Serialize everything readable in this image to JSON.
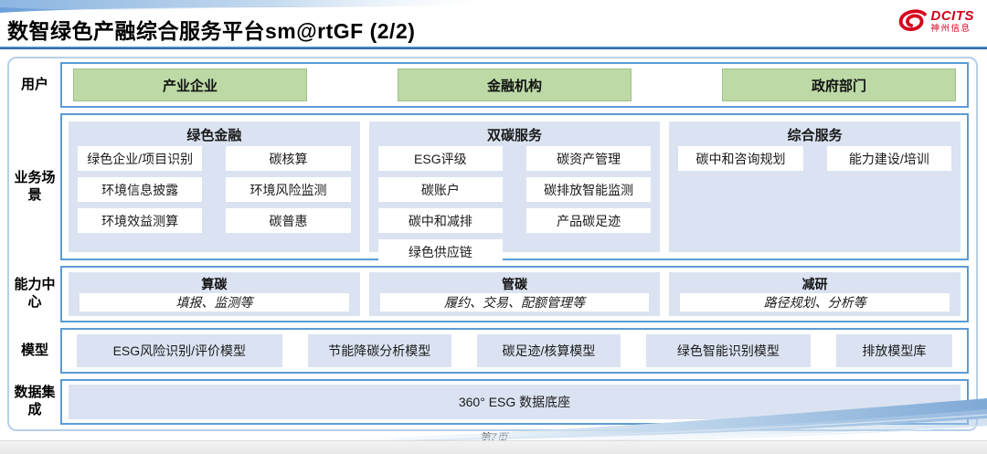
{
  "slide": {
    "title": "数智绿色产融综合服务平台sm@rtGF (2/2)",
    "page_footer": "第7页"
  },
  "logo": {
    "brand": "DCITS",
    "company": "神州信息",
    "color": "#d6001c"
  },
  "rows": {
    "users": {
      "label": "用户",
      "items": [
        "产业企业",
        "金融机构",
        "政府部门"
      ]
    },
    "scenarios": {
      "label": "业务场景",
      "columns": [
        {
          "title": "绿色金融",
          "items": [
            "绿色企业/项目识别",
            "碳核算",
            "环境信息披露",
            "环境风险监测",
            "环境效益测算",
            "碳普惠"
          ]
        },
        {
          "title": "双碳服务",
          "items": [
            "ESG评级",
            "碳资产管理",
            "碳账户",
            "碳排放智能监测",
            "碳中和减排",
            "产品碳足迹",
            "绿色供应链"
          ]
        },
        {
          "title": "综合服务",
          "items": [
            "碳中和咨询规划",
            "能力建设/培训"
          ]
        }
      ]
    },
    "capabilities": {
      "label": "能力中心",
      "items": [
        {
          "title": "算碳",
          "desc": "填报、监测等"
        },
        {
          "title": "管碳",
          "desc": "履约、交易、配额管理等"
        },
        {
          "title": "减研",
          "desc": "路径规划、分析等"
        }
      ]
    },
    "models": {
      "label": "模型",
      "items": [
        "ESG风险识别/评价模型",
        "节能降碳分析模型",
        "碳足迹/核算模型",
        "绿色智能识别模型",
        "排放模型库"
      ]
    },
    "data_integration": {
      "label": "数据集成",
      "items": [
        "360° ESG 数据底座"
      ]
    }
  },
  "colors": {
    "section_border": "#5b9bd5",
    "panel_fill": "#dbe3f2",
    "user_box_fill": "#bcd9a6",
    "accent_red": "#d6001c",
    "title_rule_blue": "#2e74b5"
  }
}
